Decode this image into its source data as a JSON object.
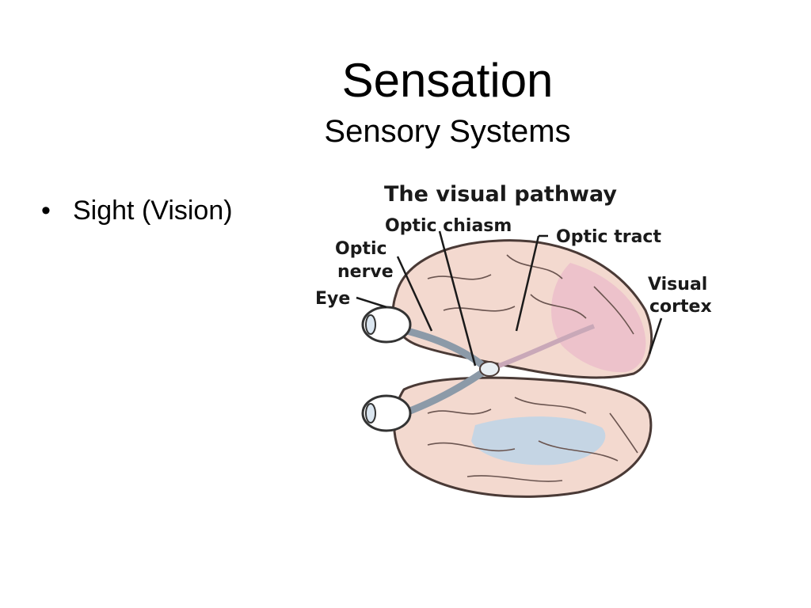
{
  "slide": {
    "title": "Sensation",
    "subtitle": "Sensory Systems",
    "bullets": [
      {
        "text": "Sight (Vision)"
      }
    ]
  },
  "figure": {
    "heading": "The visual pathway",
    "labels": {
      "optic_chiasm": "Optic chiasm",
      "optic_tract": "Optic tract",
      "optic_nerve_line1": "Optic",
      "optic_nerve_line2": "nerve",
      "eye": "Eye",
      "visual_cortex_line1": "Visual",
      "visual_cortex_line2": "cortex"
    }
  },
  "colors": {
    "brain_fill": "#f3d9cf",
    "brain_outline": "#4a3a36",
    "cortex_pink": "#e9b8c9",
    "blue_region": "#bcd4e8"
  }
}
